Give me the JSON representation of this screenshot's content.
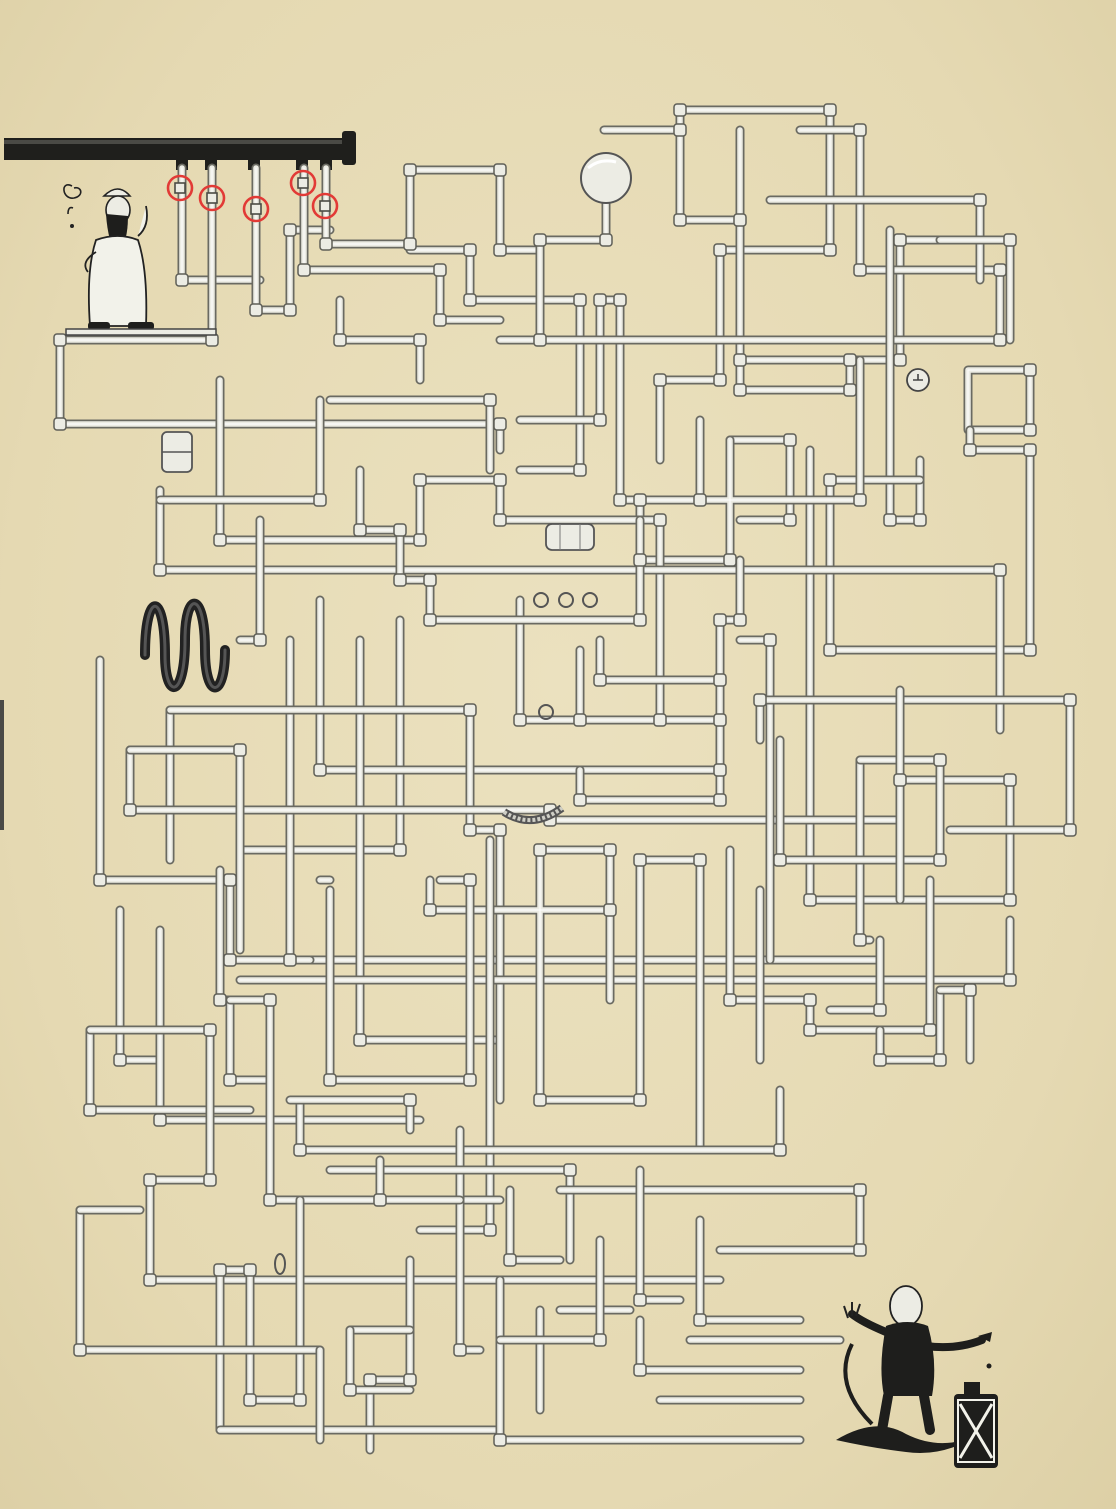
{
  "puzzle": {
    "type": "pipe-maze",
    "start_tap_count": 5,
    "outlet_count": 5,
    "highlight_color": "#e23a36",
    "pipe_color": "#ecece4",
    "outline_color": "#5e5e57",
    "background_color": "#e6dab4"
  },
  "characters": [
    {
      "id": "confused-man",
      "icon": "person-icon",
      "state": "thinking"
    },
    {
      "id": "pump-man",
      "icon": "person-icon",
      "state": "filling-canister"
    }
  ],
  "decorations": [
    "spiral-question-icon",
    "pressure-gauge-icon",
    "tank-icon",
    "coil-icon",
    "globe-tank-icon",
    "valve-icon",
    "canister-icon"
  ]
}
